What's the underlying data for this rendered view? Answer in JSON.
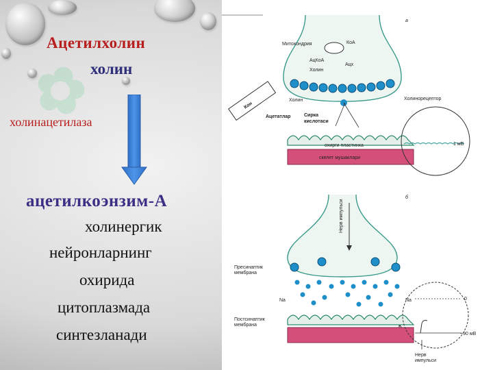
{
  "left": {
    "title": "Ацетилхолин",
    "choline": "холин",
    "enzyme": "холинацетилаза",
    "acetyl_coa": "ацетилкоэнзим-А",
    "description_lines": [
      "холинергик",
      "нейронларнинг",
      "охирида",
      "цитоплазмада",
      "синтезланади"
    ]
  },
  "diagram": {
    "panel_a": "а",
    "panel_b": "б",
    "mitochondria": "Митохондрия",
    "coa": "КоА",
    "acetyl_coa": "АцКоА",
    "choline": "Холин",
    "ach": "Ацх",
    "choline2": "Холин",
    "blood": "Кон",
    "acetate": "Ацетатлар",
    "acetic_acid_1": "Сирка",
    "acetic_acid_2": "кислотаси",
    "cholinoreceptor": "Холинорецептор",
    "end_plate": "охирги пластинка",
    "skeletal_muscle": "скелет мушаклари",
    "one_mv": "1 мВ",
    "nerve_impulse_v": "Нерв импульси",
    "presynaptic_1": "Пресинаптик",
    "presynaptic_2": "мембрана",
    "postsynaptic_1": "Постсинаптик",
    "postsynaptic_2": "мембрана",
    "na": "Na",
    "k": "K",
    "zero": "0",
    "minus90": "−90 мВ",
    "nerve_impulse_1": "Нерв",
    "nerve_impulse_2": "импульси"
  },
  "colors": {
    "title": "#b81e1e",
    "choline": "#2e2e7a",
    "acoa": "#3d2f86",
    "arrow": "#3a7bd5",
    "vesicle": "#1f8fc9",
    "muscle": "#d4507a"
  }
}
